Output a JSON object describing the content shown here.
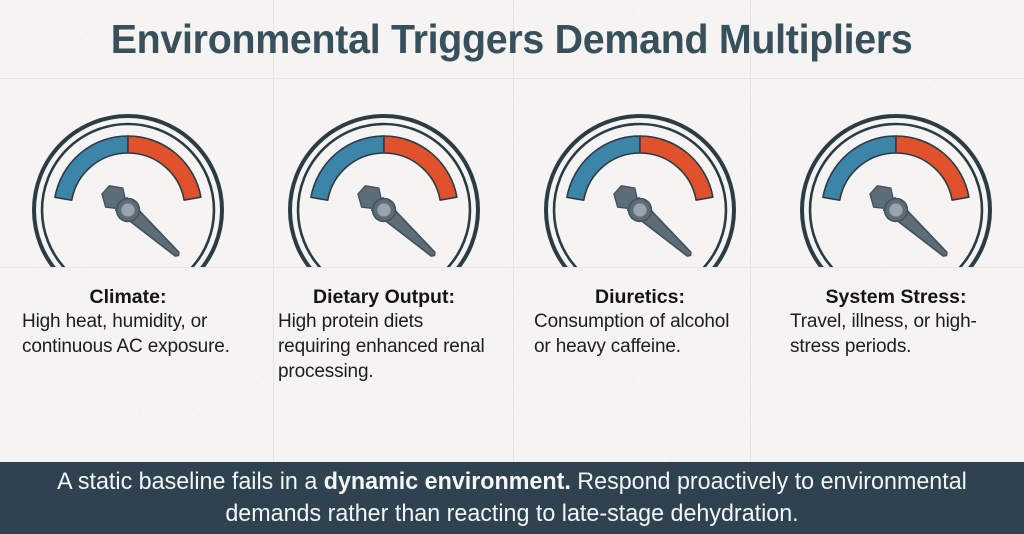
{
  "header": {
    "title": "Environmental Triggers Demand Multipliers"
  },
  "theme": {
    "background": "#f5f4f2",
    "grid_line": "#e7e5e2",
    "title_color": "#38505c",
    "gauge_ring": "#2b3c46",
    "gauge_blue": "#3d85a8",
    "gauge_red": "#e2512e",
    "needle": "#5c6d77",
    "needle_hub": "#9aa5ab",
    "footer_background": "#2e4250",
    "footer_text": "#f3f5f6",
    "body_text": "#1d1d1d"
  },
  "gauge": {
    "icon": "gauge-dial-icon",
    "blue_sweep_start_deg": 190,
    "blue_sweep_end_deg": 270,
    "red_sweep_start_deg": 270,
    "red_sweep_end_deg": 350,
    "needle_angle_deg": -48,
    "value_zone": "red"
  },
  "columns": [
    {
      "id": "climate",
      "heading": "Climate:",
      "body": "High heat, humidity, or continuous AC exposure."
    },
    {
      "id": "dietary-output",
      "heading": "Dietary Output:",
      "body": "High protein diets requiring enhanced renal processing."
    },
    {
      "id": "diuretics",
      "heading": "Diuretics:",
      "body": "Consumption of alcohol or heavy caffeine."
    },
    {
      "id": "system-stress",
      "heading": "System Stress:",
      "body": "Travel, illness, or high-stress periods."
    }
  ],
  "footer": {
    "lead": "A static baseline fails in a ",
    "emphasis": "dynamic environment.",
    "tail": " Respond proactively to environmental demands rather than reacting to late-stage dehydration."
  }
}
